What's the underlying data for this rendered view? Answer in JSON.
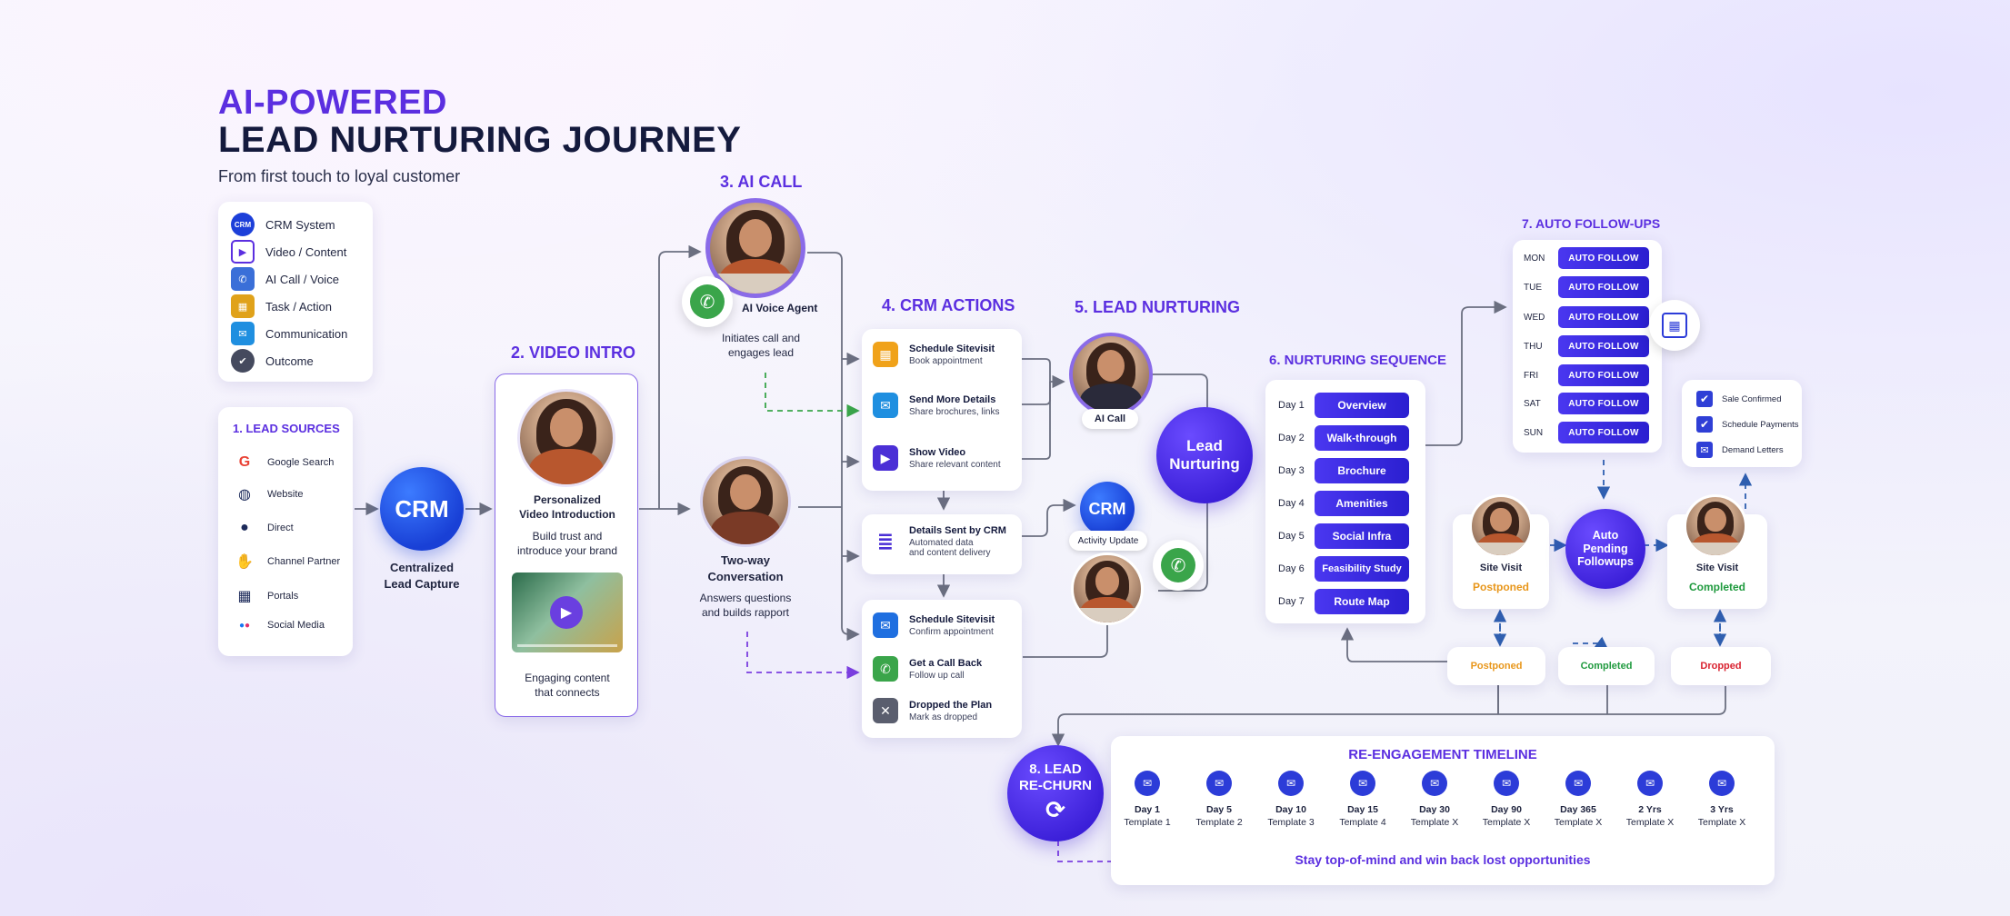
{
  "header": {
    "title_line1": "AI-POWERED",
    "title_line2": "LEAD NURTURING JOURNEY",
    "subtitle": "From first touch to loyal customer"
  },
  "legend": [
    {
      "label": "CRM System",
      "icon": "crm-icon",
      "color": "#1c3fd9",
      "glyph": "CRM"
    },
    {
      "label": "Video / Content",
      "icon": "video-icon",
      "color": "#5b2fe0",
      "glyph": "▶"
    },
    {
      "label": "AI Call / Voice",
      "icon": "phone-icon",
      "color": "#3a6fd8",
      "glyph": "✆"
    },
    {
      "label": "Task / Action",
      "icon": "calendar-icon",
      "color": "#e0a21a",
      "glyph": "▦"
    },
    {
      "label": "Communication",
      "icon": "mail-icon",
      "color": "#1f8fe0",
      "glyph": "✉"
    },
    {
      "label": "Outcome",
      "icon": "check-icon",
      "color": "#454a5e",
      "glyph": "✔"
    }
  ],
  "lead_sources": {
    "title": "1. LEAD SOURCES",
    "items": [
      {
        "label": "Google Search",
        "icon": "google-icon",
        "glyph": "G"
      },
      {
        "label": "Website",
        "icon": "globe-icon",
        "glyph": "🌐"
      },
      {
        "label": "Direct",
        "icon": "person-icon",
        "glyph": "👤"
      },
      {
        "label": "Channel Partner",
        "icon": "handshake-icon",
        "glyph": "🤝"
      },
      {
        "label": "Portals",
        "icon": "grid-icon",
        "glyph": "▦"
      },
      {
        "label": "Social Media",
        "icon": "social-icon",
        "glyph": "●●"
      }
    ]
  },
  "crm_capture": {
    "circle": "CRM",
    "label_line1": "Centralized",
    "label_line2": "Lead Capture"
  },
  "video_intro": {
    "title": "2. VIDEO INTRO",
    "heading_line1": "Personalized",
    "heading_line2": "Video Introduction",
    "desc_line1": "Build trust and",
    "desc_line2": "introduce your brand",
    "footer_line1": "Engaging content",
    "footer_line2": "that connects"
  },
  "ai_call": {
    "title": "3. AI CALL",
    "agent_label": "AI Voice Agent",
    "desc_line1": "Initiates call and",
    "desc_line2": "engages lead"
  },
  "conversation": {
    "heading_line1": "Two-way",
    "heading_line2": "Conversation",
    "desc_line1": "Answers questions",
    "desc_line2": "and builds rapport"
  },
  "crm_actions": {
    "title": "4. CRM ACTIONS",
    "group1": [
      {
        "title": "Schedule Sitevisit",
        "sub": "Book appointment",
        "icon": "calendar-icon",
        "color": "#f0a21a",
        "glyph": "▦"
      },
      {
        "title": "Send More Details",
        "sub": "Share brochures, links",
        "icon": "mail-icon",
        "color": "#1f8fe0",
        "glyph": "✉"
      },
      {
        "title": "Show Video",
        "sub": "Share relevant content",
        "icon": "video-icon",
        "color": "#4b2fd6",
        "glyph": "▶"
      }
    ],
    "details": {
      "title": "Details Sent by CRM",
      "sub_line1": "Automated data",
      "sub_line2": "and content delivery",
      "icon": "database-icon",
      "glyph": "≣"
    },
    "group2": [
      {
        "title": "Schedule Sitevisit",
        "sub": "Confirm appointment",
        "icon": "mail-icon",
        "color": "#1f6fe0",
        "glyph": "✉"
      },
      {
        "title": "Get a Call Back",
        "sub": "Follow up call",
        "icon": "phone-icon",
        "color": "#3aa54a",
        "glyph": "✆"
      },
      {
        "title": "Dropped the Plan",
        "sub": "Mark as dropped",
        "icon": "close-icon",
        "color": "#5a5e6e",
        "glyph": "✕"
      }
    ]
  },
  "lead_nurturing": {
    "title": "5. LEAD NURTURING",
    "ai_call_label": "AI Call",
    "center_line1": "Lead",
    "center_line2": "Nurturing",
    "crm_circle": "CRM",
    "activity_label": "Activity Update"
  },
  "nurturing_sequence": {
    "title": "6. NURTURING SEQUENCE",
    "days": [
      {
        "day": "Day 1",
        "label": "Overview"
      },
      {
        "day": "Day 2",
        "label": "Walk-through"
      },
      {
        "day": "Day 3",
        "label": "Brochure"
      },
      {
        "day": "Day 4",
        "label": "Amenities"
      },
      {
        "day": "Day 5",
        "label": "Social Infra"
      },
      {
        "day": "Day 6",
        "label": "Feasibility Study"
      },
      {
        "day": "Day 7",
        "label": "Route Map"
      }
    ]
  },
  "auto_followups": {
    "title": "7. AUTO FOLLOW-UPS",
    "days": [
      {
        "day": "MON",
        "label": "AUTO FOLLOW"
      },
      {
        "day": "TUE",
        "label": "AUTO FOLLOW"
      },
      {
        "day": "WED",
        "label": "AUTO FOLLOW"
      },
      {
        "day": "THU",
        "label": "AUTO FOLLOW"
      },
      {
        "day": "FRI",
        "label": "AUTO FOLLOW"
      },
      {
        "day": "SAT",
        "label": "AUTO FOLLOW"
      },
      {
        "day": "SUN",
        "label": "AUTO FOLLOW"
      }
    ],
    "pending_line1": "Auto",
    "pending_line2": "Pending",
    "pending_line3": "Followups"
  },
  "checklist": [
    {
      "label": "Sale Confirmed",
      "glyph": "✔"
    },
    {
      "label": "Schedule Payments",
      "glyph": "✔"
    },
    {
      "label": "Demand Letters",
      "glyph": "✉"
    }
  ],
  "site_visits": {
    "left": {
      "label": "Site Visit",
      "status": "Postponed"
    },
    "right": {
      "label": "Site Visit",
      "status": "Completed"
    }
  },
  "outcomes": {
    "postponed": "Postponed",
    "completed": "Completed",
    "dropped": "Dropped"
  },
  "colors": {
    "postponed": "#e8961a",
    "completed": "#1f9a3e",
    "dropped": "#d9212f",
    "accent": "#5b2fe0"
  },
  "rechurn": {
    "line1": "8. LEAD",
    "line2": "RE-CHURN",
    "glyph": "⟳"
  },
  "reengagement": {
    "title": "RE-ENGAGEMENT TIMELINE",
    "nodes": [
      {
        "day": "Day 1",
        "template": "Template 1"
      },
      {
        "day": "Day 5",
        "template": "Template 2"
      },
      {
        "day": "Day 10",
        "template": "Template 3"
      },
      {
        "day": "Day 15",
        "template": "Template 4"
      },
      {
        "day": "Day 30",
        "template": "Template X"
      },
      {
        "day": "Day 90",
        "template": "Template X"
      },
      {
        "day": "Day 365",
        "template": "Template X"
      },
      {
        "day": "2 Yrs",
        "template": "Template X"
      },
      {
        "day": "3 Yrs",
        "template": "Template X"
      }
    ],
    "tagline": "Stay top-of-mind and win back lost opportunities"
  }
}
